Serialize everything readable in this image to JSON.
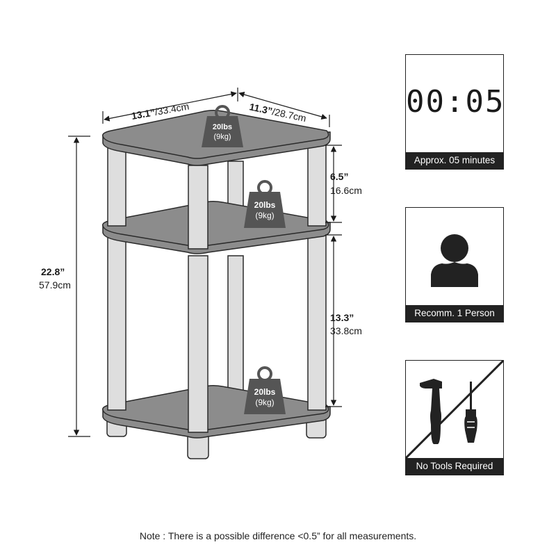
{
  "dimensions": {
    "top_width_in": "13.1”",
    "top_width_cm": "/33.4cm",
    "depth_in": "11.3”",
    "depth_cm": "/28.7cm",
    "height_in": "22.8”",
    "height_cm": "57.9cm",
    "upper_gap_in": "6.5”",
    "upper_gap_cm": "16.6cm",
    "lower_gap_in": "13.3”",
    "lower_gap_cm": "33.8cm"
  },
  "weight_tags": [
    {
      "lbs": "20lbs",
      "kg": "(9kg)"
    },
    {
      "lbs": "20lbs",
      "kg": "(9kg)"
    },
    {
      "lbs": "20lbs",
      "kg": "(9kg)"
    }
  ],
  "cards": {
    "assembly_time": {
      "display": "00:05",
      "label": "Approx. 05 minutes",
      "icon": "timer-display-icon"
    },
    "people": {
      "label": "Recomm. 1 Person",
      "icon": "person-icon"
    },
    "tools": {
      "label": "No Tools Required",
      "icon": "hammer-screwdriver-crossed-icon"
    }
  },
  "note": "Note : There is a possible difference <0.5” for all measurements.",
  "colors": {
    "shelf": "#8c8c8c",
    "post": "#dedede",
    "outline": "#2a2a2a",
    "tag": "#555555"
  }
}
